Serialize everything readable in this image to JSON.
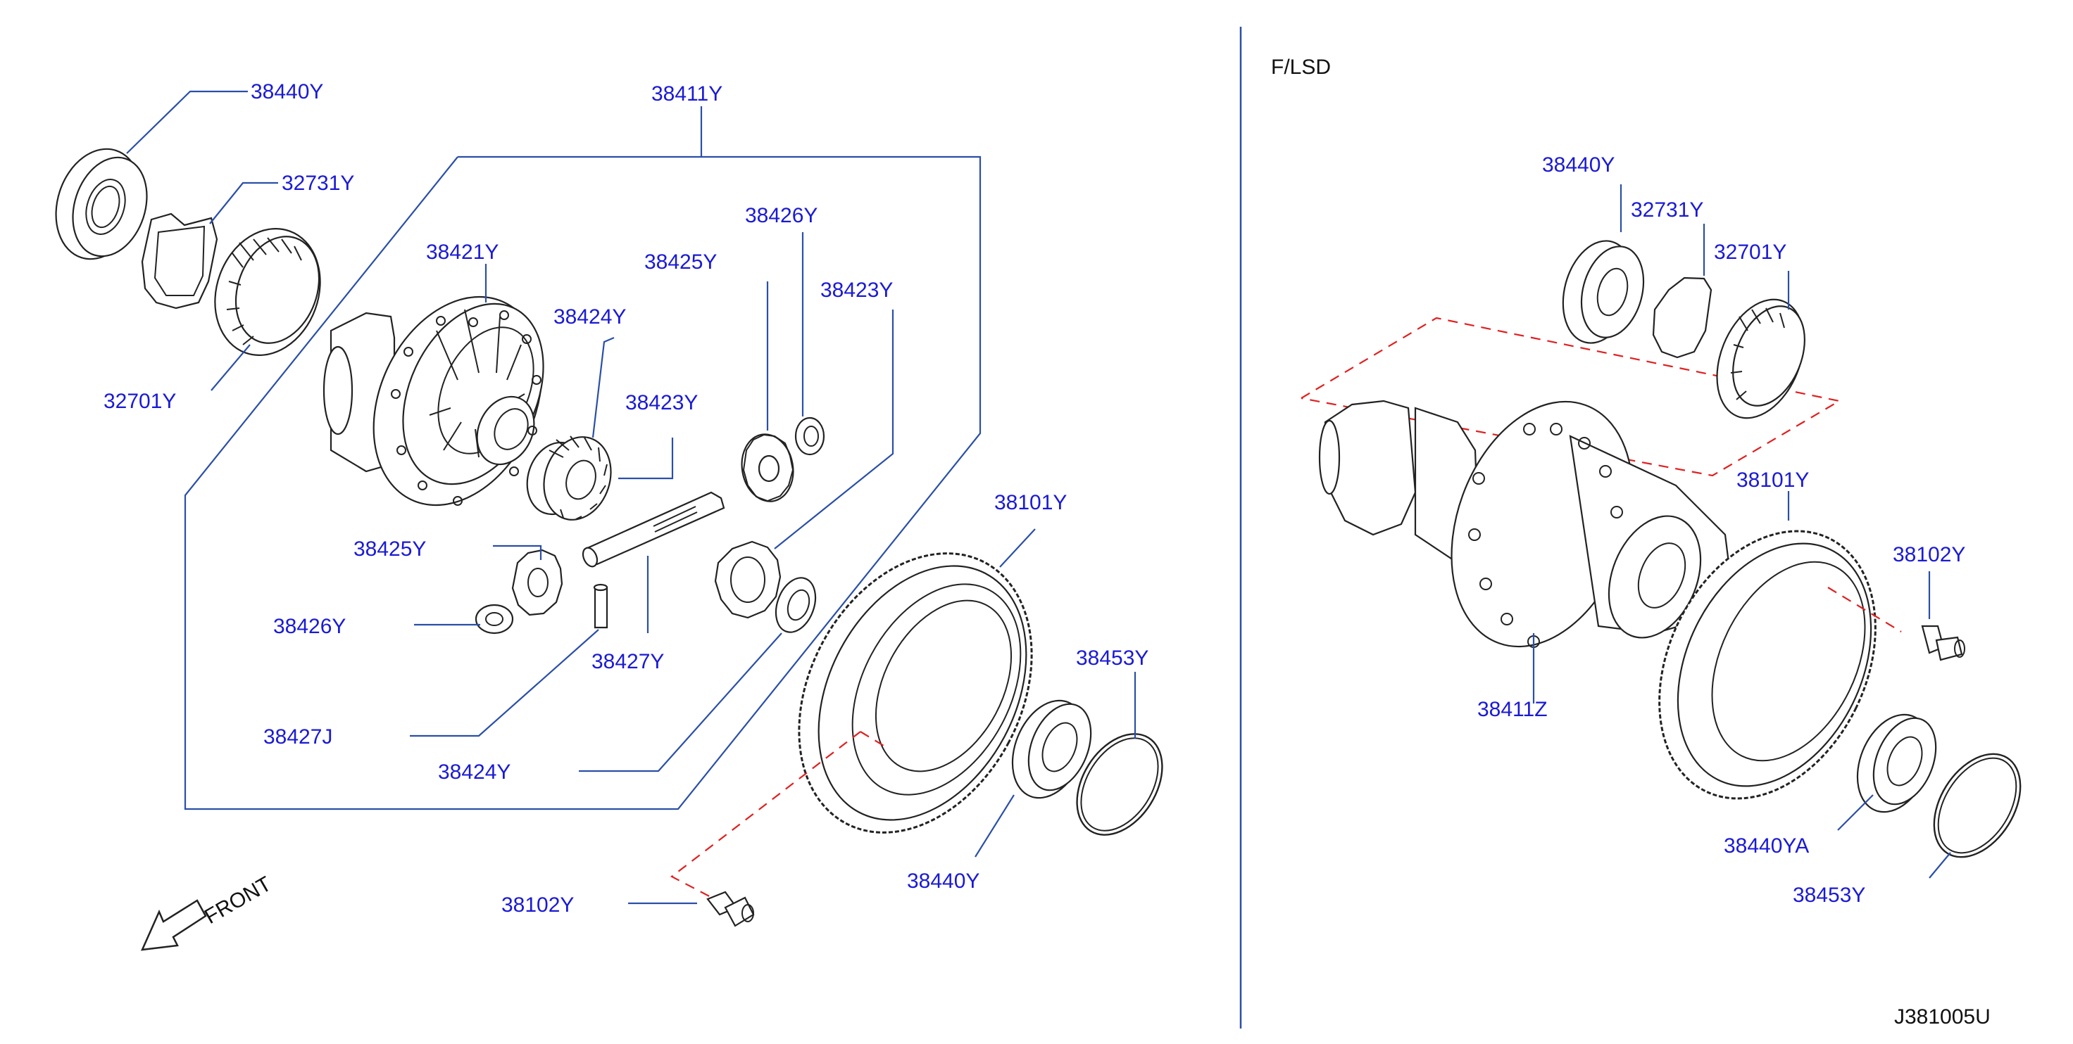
{
  "section_label": "F/LSD",
  "front_label": "FRONT",
  "drawing_code": "J381005U",
  "left": {
    "bearing_top": "38440Y",
    "shim_top": "32731Y",
    "seal_top": "32701Y",
    "case_assy": "38411Y",
    "case": "38421Y",
    "pinion_washer_upper": "38426Y",
    "pinion_gear_upper": "38425Y",
    "side_gear_upper": "38424Y",
    "thrust_washer_upper": "38423Y",
    "thrust_washer_right": "38423Y",
    "pinion_gear_lower": "38425Y",
    "pinion_washer_lower": "38426Y",
    "pinion_shaft": "38427Y",
    "lock_pin": "38427J",
    "side_gear_lower": "38424Y",
    "ring_gear": "38101Y",
    "bearing_bottom": "38440Y",
    "snap_ring": "38453Y",
    "bolt": "38102Y"
  },
  "right": {
    "bearing_top": "38440Y",
    "shim_top": "32731Y",
    "seal_top": "32701Y",
    "ring_gear": "38101Y",
    "bolt": "38102Y",
    "case": "38411Z",
    "bearing_bottom": "38440YA",
    "snap_ring": "38453Y"
  }
}
